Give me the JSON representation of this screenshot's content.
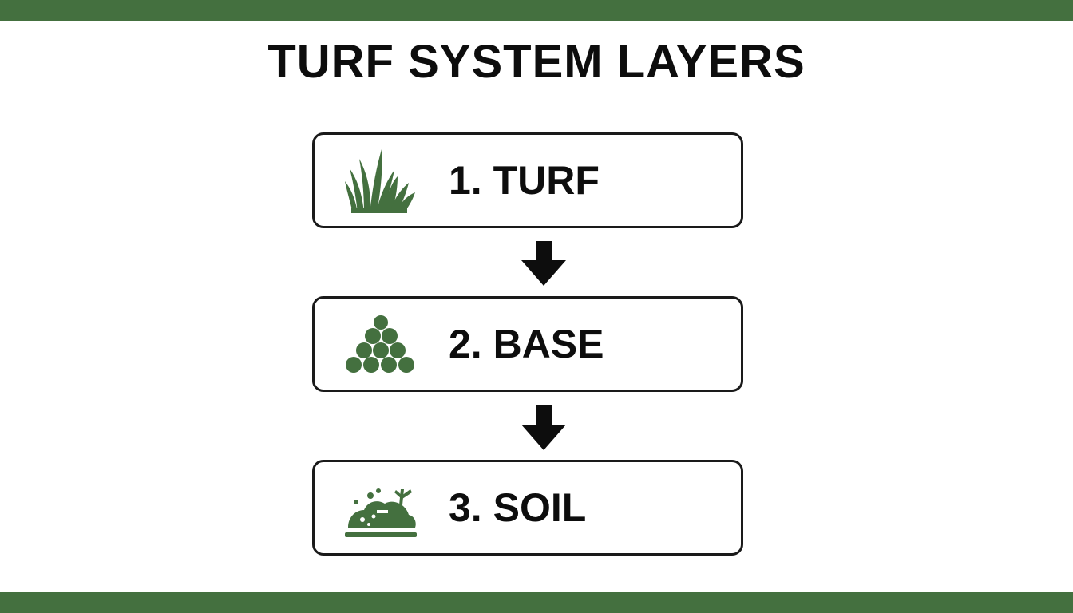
{
  "title": "TURF SYSTEM LAYERS",
  "colors": {
    "accent_green": "#44703f",
    "text": "#0d0d0d",
    "border": "#1a1a1a"
  },
  "layers": [
    {
      "label": "1. TURF",
      "icon": "grass-icon"
    },
    {
      "label": "2. BASE",
      "icon": "gravel-icon"
    },
    {
      "label": "3. SOIL",
      "icon": "soil-icon"
    }
  ]
}
